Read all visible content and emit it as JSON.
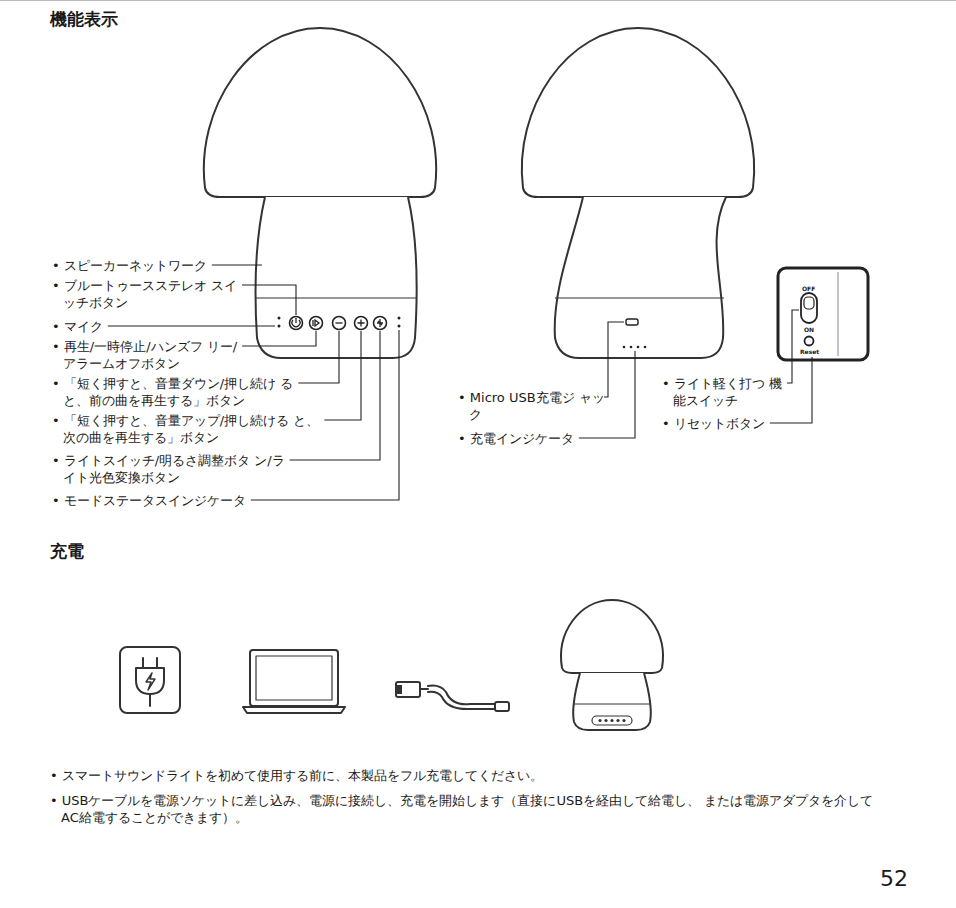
{
  "diagram": {
    "title": "機能表示",
    "labels": [
      "• スピーカーネットワーク",
      "• ブルートゥースステレオ スイッチボタン",
      "• マイク",
      "• 再生/一時停止/ハンズフ リー/アラームオフボタン",
      "• 「短く押すと、音量ダウン/押し続け ると、前の曲を再生する」ボタン",
      "• 「短く押すと、音量アップ/押し続ける と、次の曲を再生する」ボタン",
      "• ライトスイッチ/明るさ調整ボタ ン/ライト光色変換ボタン",
      "• モードステータスインジケータ",
      "• Micro USB充電ジ ャック",
      "• 充電インジケータ",
      "• ライト軽く打つ 機能スイッチ",
      "• リセットボタン",
      "OFF",
      "ON",
      "Reset",
      "充電",
      "• スマートサウンドライトを初めて使用する前に、本製品をフル充電してください。",
      "• USBケーブルを電源ソケットに差し込み、電源に接続し、充電を開始します（直接にUSBを経由して給電し、 または電源アダプタを介してAC給電することができます）。",
      "52"
    ]
  }
}
